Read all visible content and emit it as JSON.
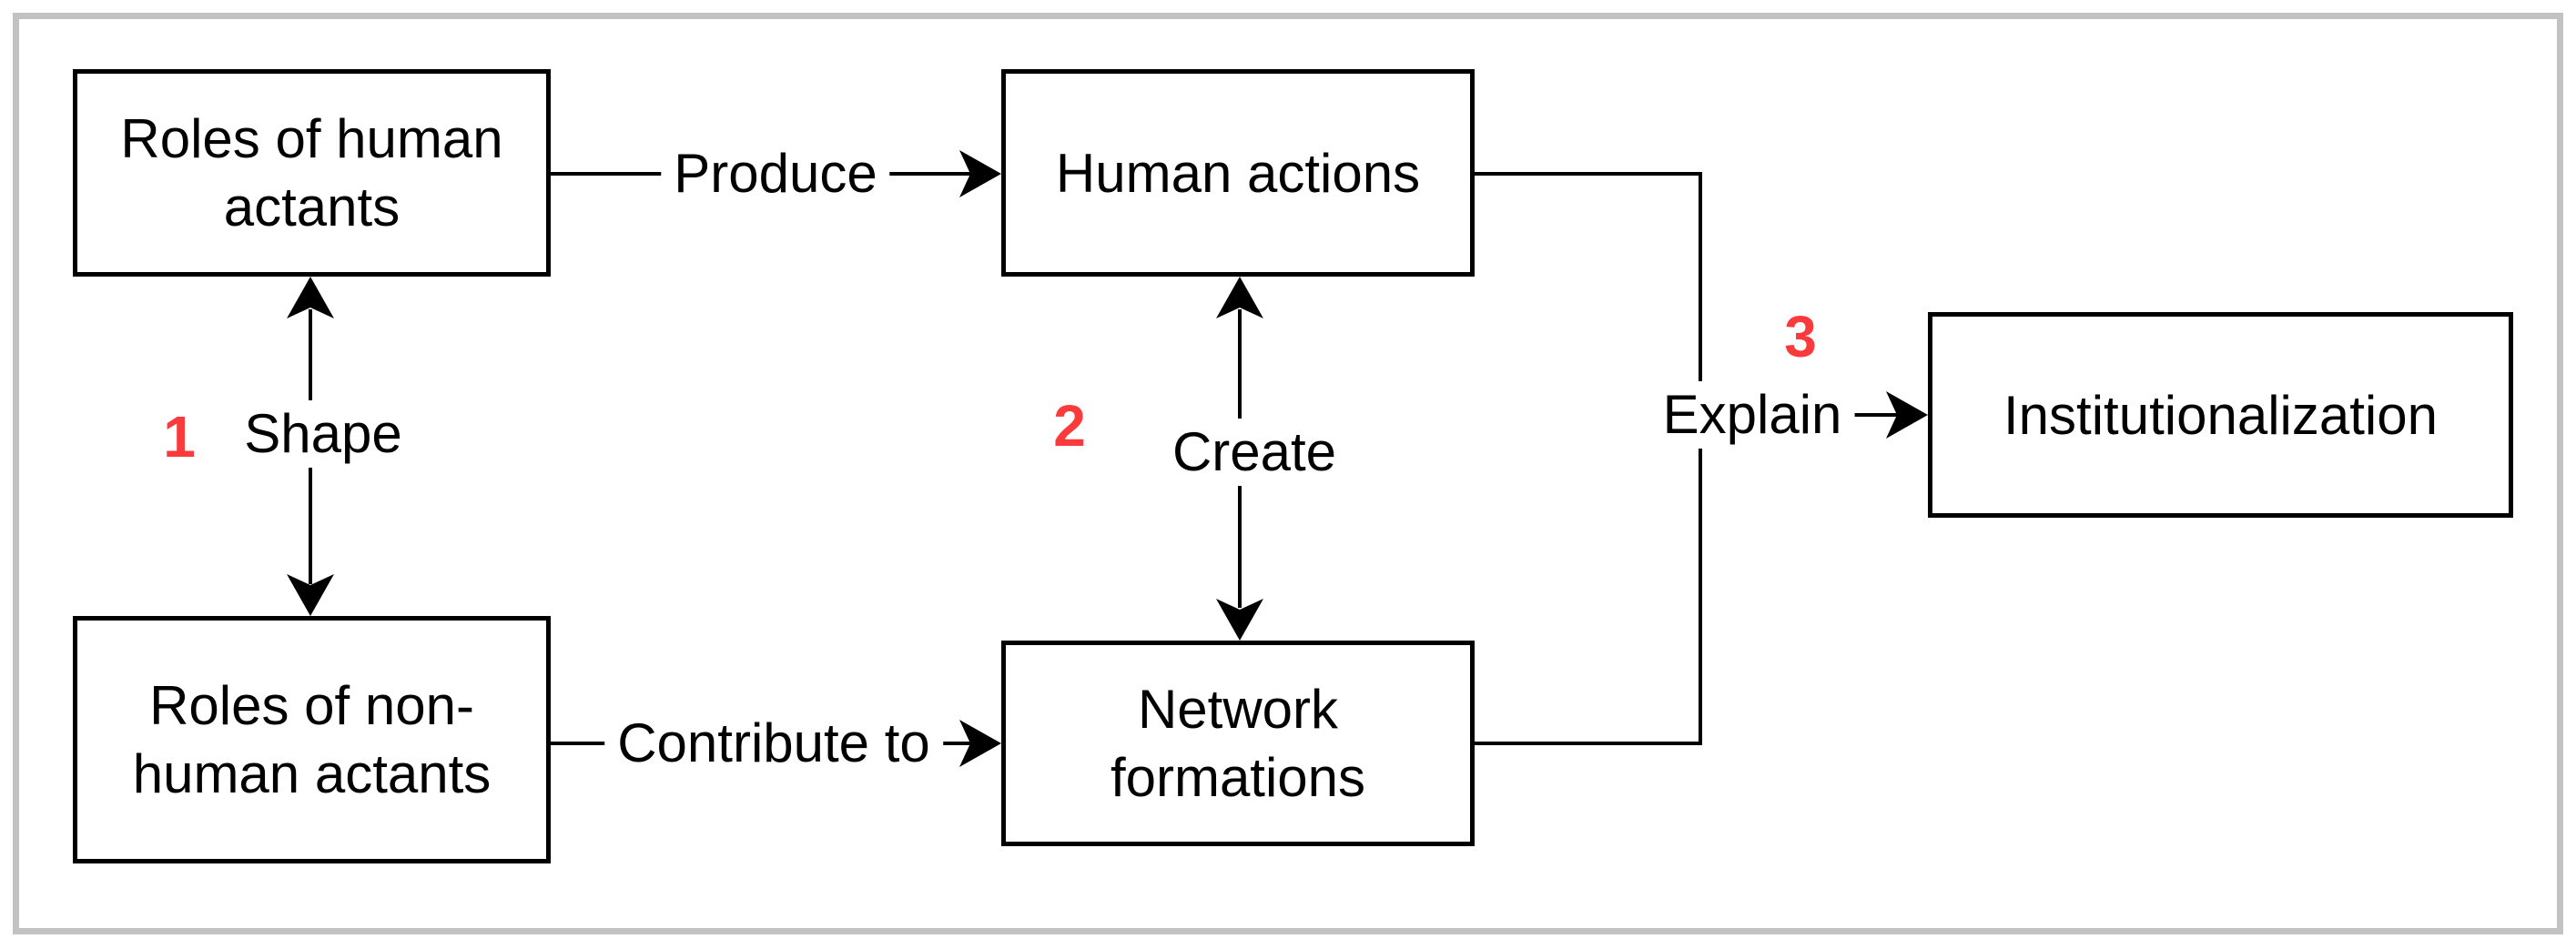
{
  "diagram": {
    "colors": {
      "line": "#000000",
      "step_number": "#fb3b3b",
      "outer_frame": "#c2c2c2",
      "background": "#ffffff"
    },
    "nodes": {
      "human_roles": {
        "label": "Roles of human actants"
      },
      "human_actions": {
        "label": "Human actions"
      },
      "nonhuman_roles": {
        "label": "Roles of non-human actants"
      },
      "network_formations": {
        "label": "Network formations"
      },
      "institutionalization": {
        "label": "Institutionalization"
      }
    },
    "edges": {
      "produce": {
        "label": "Produce",
        "from": "Roles of human actants",
        "to": "Human actions",
        "direction": "one-way"
      },
      "shape": {
        "label": "Shape",
        "number": "1",
        "from": "Roles of human actants",
        "to": "Roles of non-human actants",
        "direction": "two-way"
      },
      "create": {
        "label": "Create",
        "number": "2",
        "from": "Human actions",
        "to": "Network formations",
        "direction": "two-way"
      },
      "contribute": {
        "label": "Contribute to",
        "from": "Roles of non-human actants",
        "to": "Network formations",
        "direction": "one-way"
      },
      "explain": {
        "label": "Explain",
        "number": "3",
        "from": "Human actions + Network formations",
        "to": "Institutionalization",
        "direction": "one-way"
      }
    }
  }
}
